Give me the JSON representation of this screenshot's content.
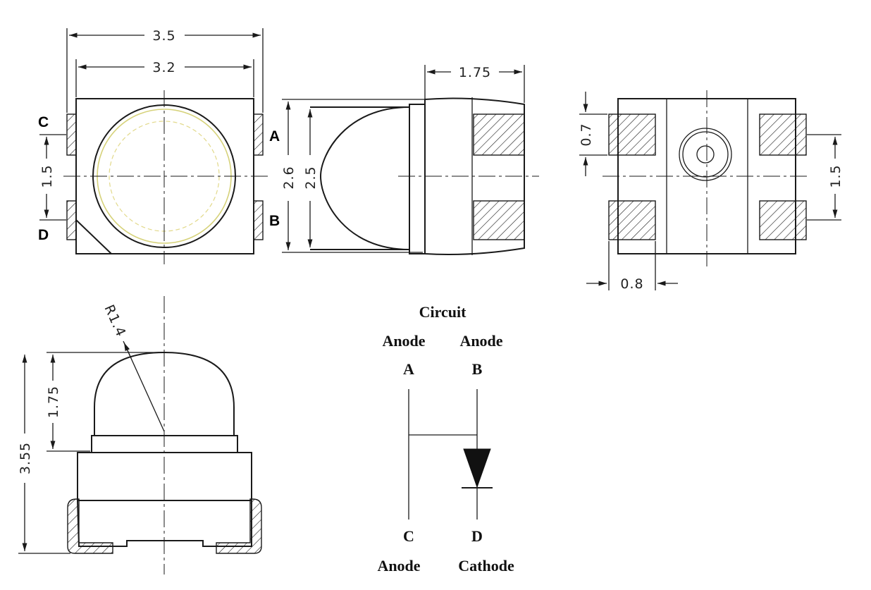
{
  "top_view": {
    "dim_outer_width": "3.5",
    "dim_body_width": "3.2",
    "dim_pin_pitch": "1.5",
    "pin_labels": {
      "a": "A",
      "b": "B",
      "c": "C",
      "d": "D"
    }
  },
  "side_view": {
    "dim_depth": "1.75",
    "dim_height_outer": "2.6",
    "dim_height_inner": "2.5"
  },
  "bottom_view": {
    "dim_pad_height": "0.7",
    "dim_pad_width": "0.8",
    "dim_pin_pitch": "1.5"
  },
  "front_view": {
    "dim_radius": "R1.4",
    "dim_dome_height": "1.75",
    "dim_total_height": "3.55"
  },
  "circuit": {
    "title": "Circuit",
    "top_left_role": "Anode",
    "top_right_role": "Anode",
    "pin_a": "A",
    "pin_b": "B",
    "pin_c": "C",
    "pin_d": "D",
    "bottom_left_role": "Anode",
    "bottom_right_role": "Cathode"
  }
}
